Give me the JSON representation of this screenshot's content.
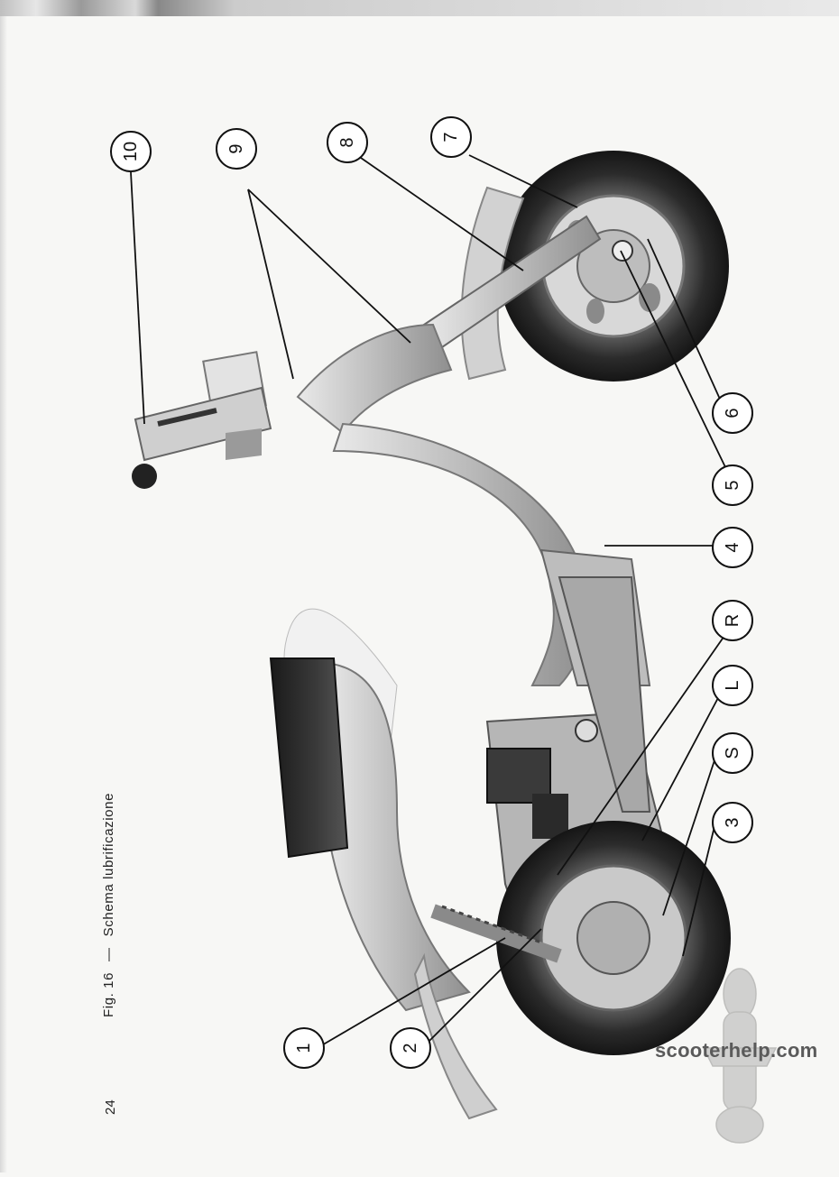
{
  "page": {
    "number": "24"
  },
  "figure": {
    "label": "Fig. 16",
    "dash": "—",
    "title": "Schema lubrificazione",
    "callouts": [
      {
        "id": "10",
        "text": "10"
      },
      {
        "id": "9",
        "text": "9"
      },
      {
        "id": "8",
        "text": "8"
      },
      {
        "id": "7",
        "text": "7"
      },
      {
        "id": "6",
        "text": "6"
      },
      {
        "id": "5",
        "text": "5"
      },
      {
        "id": "4",
        "text": "4"
      },
      {
        "id": "R",
        "text": "R"
      },
      {
        "id": "L",
        "text": "L"
      },
      {
        "id": "S",
        "text": "S"
      },
      {
        "id": "3",
        "text": "3"
      },
      {
        "id": "2",
        "text": "2"
      },
      {
        "id": "1",
        "text": "1"
      }
    ]
  },
  "watermark": {
    "text": "scooterhelp.com"
  }
}
